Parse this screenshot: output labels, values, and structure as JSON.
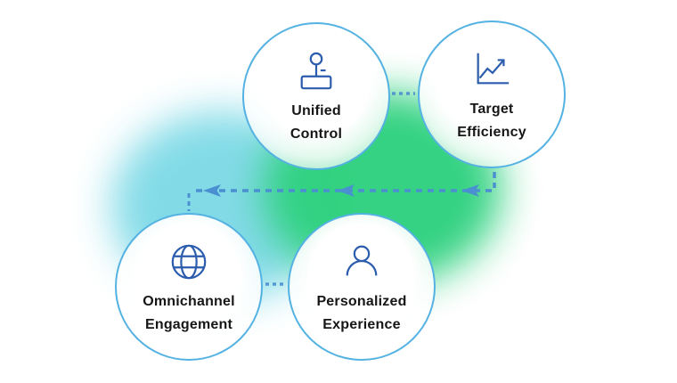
{
  "nodes": [
    {
      "id": "unified-control",
      "icon": "joystick-icon",
      "label": [
        "Unified",
        "Control"
      ]
    },
    {
      "id": "target-efficiency",
      "icon": "trend-chart-icon",
      "label": [
        "Target",
        "Efficiency"
      ]
    },
    {
      "id": "omnichannel-engagement",
      "icon": "globe-icon",
      "label": [
        "Omnichannel",
        "Engagement"
      ]
    },
    {
      "id": "personalized-experience",
      "icon": "user-icon",
      "label": [
        "Personalized",
        "Experience"
      ]
    }
  ],
  "flow": {
    "description": "dashed arrows lead from Target Efficiency down and leftward into Omnichannel Engagement; dotted links join Unified Control to Target Efficiency and Omnichannel Engagement to Personalized Experience",
    "arrowheads_direction": "left"
  },
  "colors": {
    "background": "#ffffff",
    "accent_blue": "#4a90d0",
    "circle_border": "#54b2e2",
    "icon_blue": "#2b5cad",
    "blob_cyan": "#7cd9e6",
    "blob_green": "#2ed17e",
    "text": "#161616"
  }
}
